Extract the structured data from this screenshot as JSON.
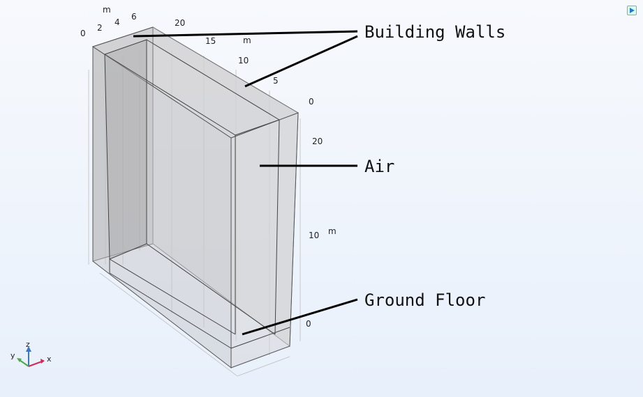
{
  "annotations": {
    "walls": "Building Walls",
    "air": "Air",
    "floor": "Ground Floor"
  },
  "axes": {
    "x_ticks": [
      "0",
      "2",
      "4",
      "6"
    ],
    "x_unit": "m",
    "y_ticks": [
      "20",
      "15",
      "10",
      "5",
      "0"
    ],
    "y_unit": "m",
    "z_ticks": [
      "20",
      "10",
      "0"
    ],
    "z_unit": "m"
  },
  "triad": {
    "x": "x",
    "y": "y",
    "z": "z"
  },
  "colors": {
    "x_axis": "#d0285a",
    "y_axis": "#4aa84a",
    "z_axis": "#3a78c0"
  }
}
